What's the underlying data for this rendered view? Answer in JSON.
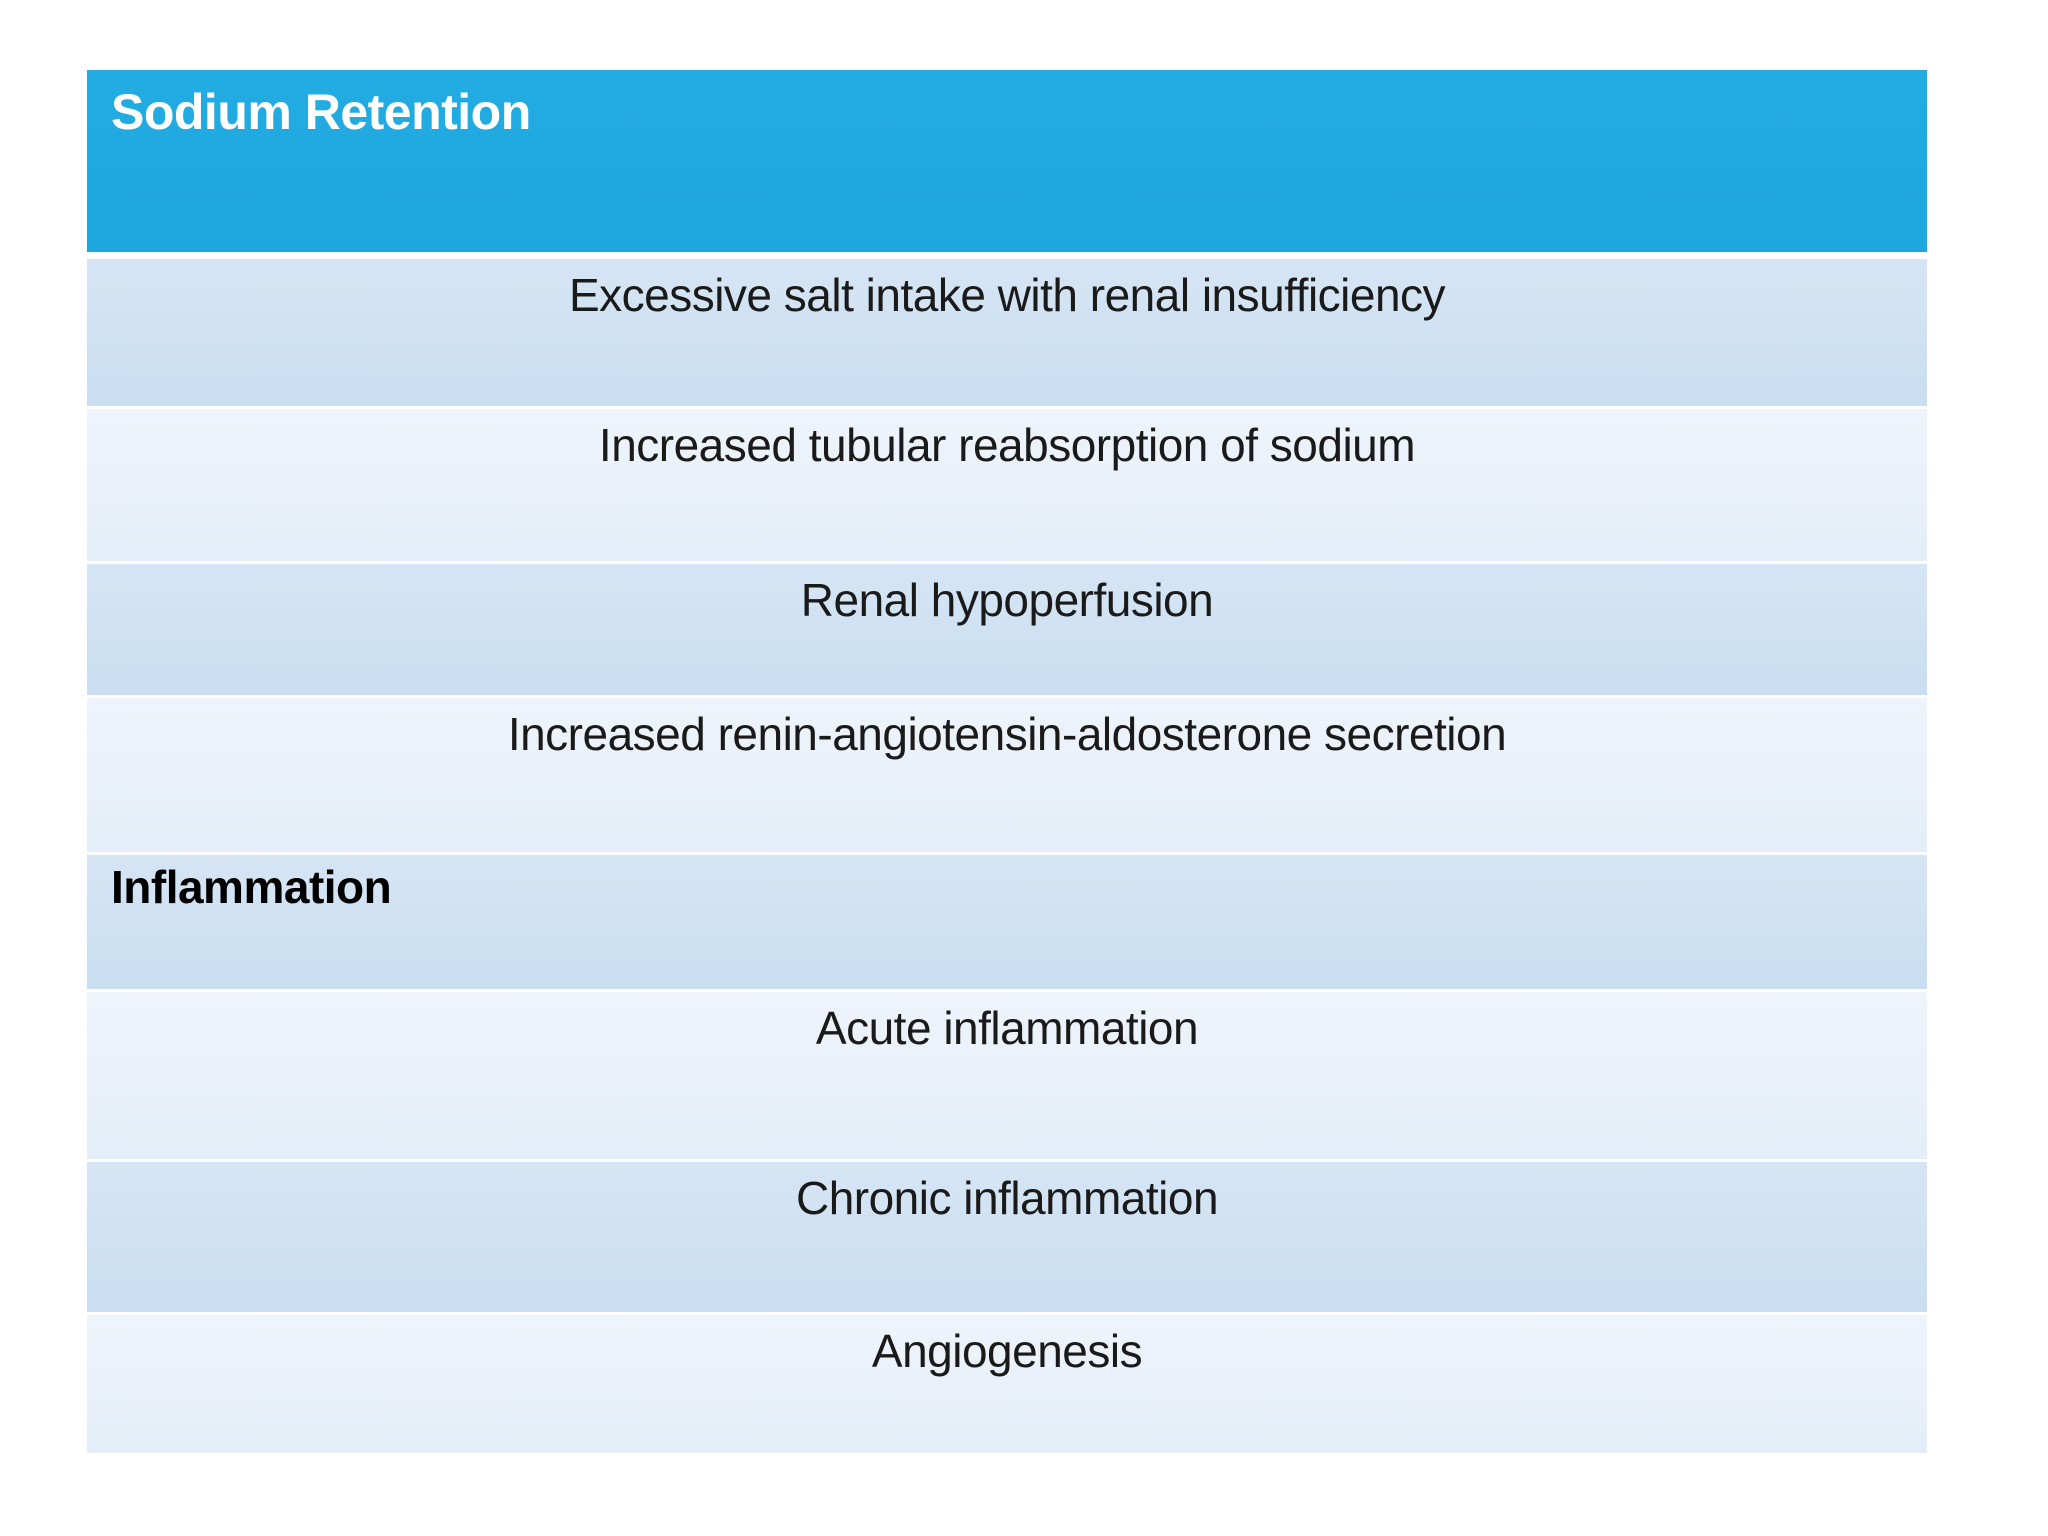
{
  "table": {
    "header": {
      "label": "Sodium Retention"
    },
    "rows": [
      {
        "label": "Excessive salt intake with renal insufficiency",
        "type": "item"
      },
      {
        "label": "Increased tubular reabsorption of sodium",
        "type": "item"
      },
      {
        "label": "Renal hypoperfusion",
        "type": "item"
      },
      {
        "label": "Increased renin-angiotensin-aldosterone secretion",
        "type": "item"
      },
      {
        "label": "Inflammation",
        "type": "section-header"
      },
      {
        "label": "Acute inflammation",
        "type": "item"
      },
      {
        "label": "Chronic inflammation",
        "type": "item"
      },
      {
        "label": "Angiogenesis",
        "type": "item"
      }
    ],
    "colors": {
      "header_bg": "#21A9E0",
      "header_text": "#FFFFFF",
      "row_dark": "#CCE0F2",
      "row_light": "#E9F0F9",
      "body_text": "#1A1A1A",
      "background": "#FFFFFF"
    }
  }
}
